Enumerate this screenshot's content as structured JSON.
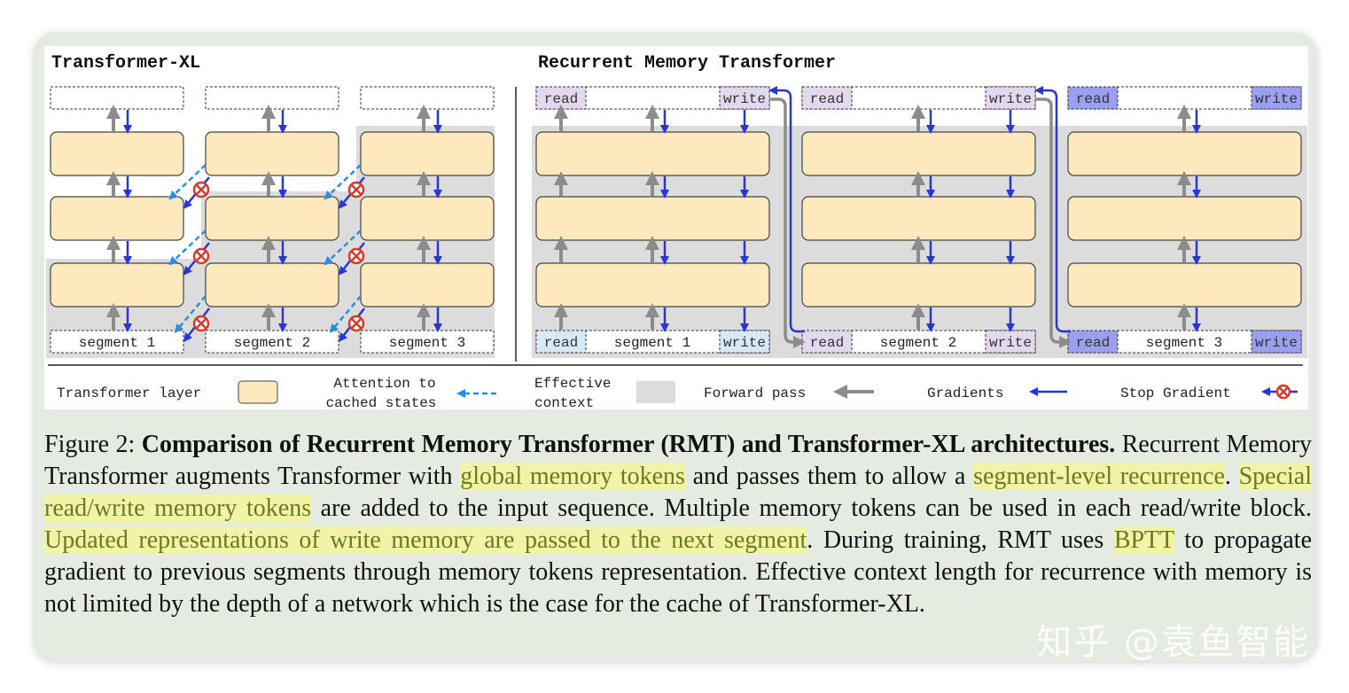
{
  "left_panel": {
    "title": "Transformer-XL",
    "segments": [
      "segment 1",
      "segment 2",
      "segment 3"
    ]
  },
  "right_panel": {
    "title": "Recurrent Memory Transformer",
    "segments": [
      "segment 1",
      "segment 2",
      "segment 3"
    ],
    "read_label": "read",
    "write_label": "write"
  },
  "legend": {
    "transformer_layer": "Transformer layer",
    "attention_line1": "Attention to",
    "attention_line2": "cached states",
    "effective_line1": "Effective",
    "effective_line2": "context",
    "forward_pass": "Forward pass",
    "gradients": "Gradients",
    "stop_gradient": "Stop Gradient"
  },
  "caption": {
    "lead": "Figure 2: ",
    "title": "Comparison of Recurrent Memory Transformer (RMT) and Transformer-XL architectures.",
    "p1": " Recurrent Memory Transformer augments Transformer with ",
    "h1": "global memory tokens",
    "p2": " and passes them to allow a ",
    "h2": "segment-level recurrence",
    "p3": ". ",
    "h3": "Special read/write memory tokens",
    "p4": " are added to the input sequence. Multiple memory tokens can be used in each read/write block. ",
    "h4": "Updated representations of write memory are passed to the next segment",
    "p5": ". During training, RMT uses ",
    "h5": "BPTT",
    "p6": " to propagate gradient to previous segments through memory tokens representation. Effective context length for recurrence with memory is not limited by the depth of a network which is the case for the cache of Transformer-XL."
  },
  "watermark": "知乎 @袁鱼智能",
  "colors": {
    "layer_fill": "#fde9bd",
    "context_gray": "#dcdcdc",
    "forward_arrow": "#8c8c8c",
    "gradient_arrow": "#2a35d8",
    "attention_arrow": "#2a8de0",
    "stop_red": "#d63a2b",
    "read_light": "#d7e9f8",
    "mem_purple_light": "#e3d8ee",
    "mem_blue_strong": "#9aa0ef",
    "highlight": "#f1f3a9"
  }
}
